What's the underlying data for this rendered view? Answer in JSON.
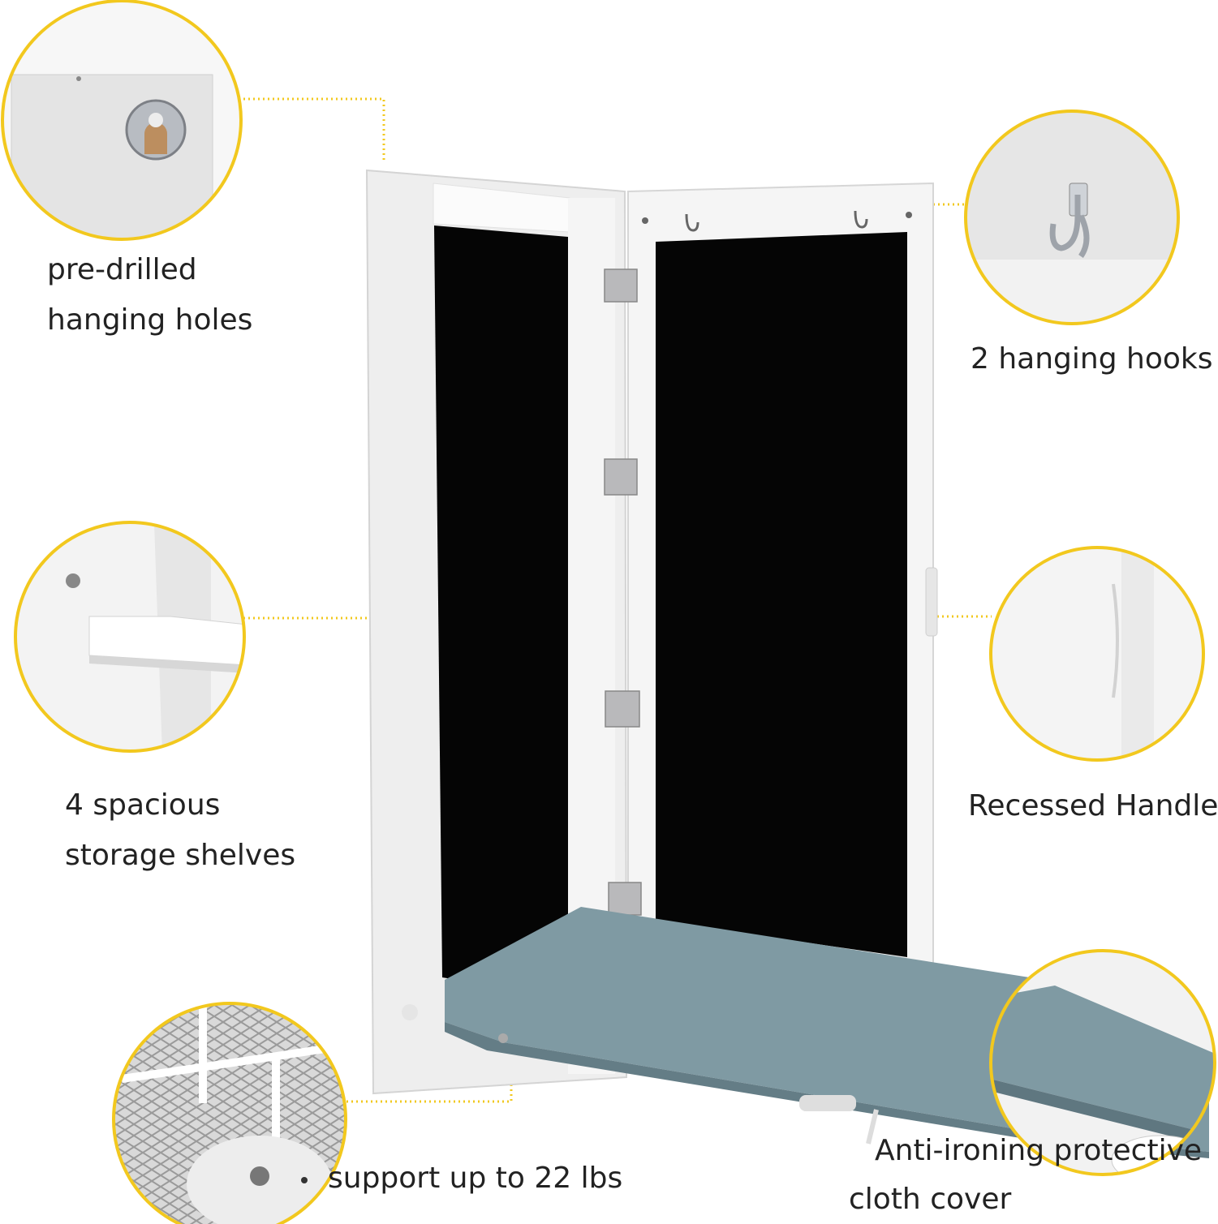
{
  "colors": {
    "accent": "#F2C81E",
    "cabinet": "#F4F4F4",
    "mirror": "#050505",
    "board": "#7F9AA3",
    "hinge": "#B9B9BB"
  },
  "callouts": {
    "holes": {
      "lines": [
        "pre-drilled",
        "hanging holes"
      ],
      "icon": "keyhole-icon"
    },
    "hooks": {
      "lines": [
        "2 hanging hooks"
      ],
      "icon": "hook-icon"
    },
    "shelves": {
      "lines": [
        "4 spacious",
        "storage shelves"
      ],
      "icon": "shelf-icon"
    },
    "handle": {
      "lines": [
        "Recessed Handle"
      ],
      "icon": "handle-icon"
    },
    "support": {
      "lines": [
        "support up to 22 lbs"
      ],
      "icon": "bracket-icon"
    },
    "cover": {
      "lines": [
        "Anti-ironing protective",
        "cloth cover"
      ],
      "icon": "cloth-icon"
    }
  }
}
